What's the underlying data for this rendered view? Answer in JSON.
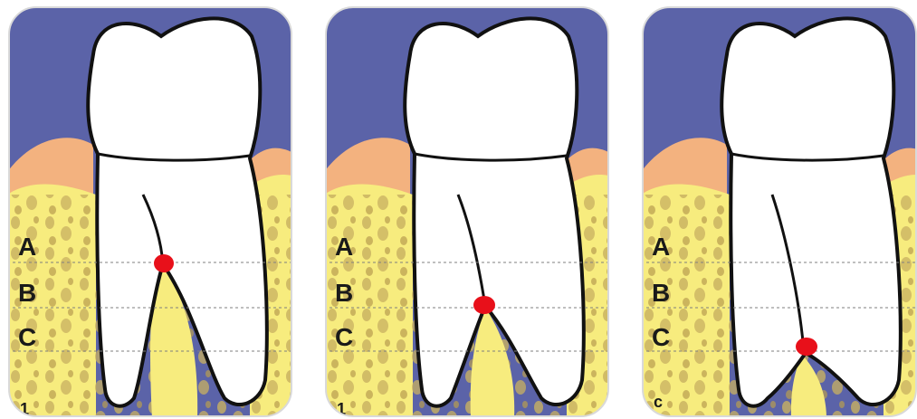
{
  "panels": [
    {
      "id": "degree-1",
      "labels": [
        "A",
        "B",
        "C"
      ],
      "bottom_label": "1",
      "marker_level": "A"
    },
    {
      "id": "degree-2",
      "labels": [
        "A",
        "B",
        "C"
      ],
      "bottom_label": "1",
      "marker_level": "B"
    },
    {
      "id": "degree-3",
      "labels": [
        "A",
        "B",
        "C"
      ],
      "bottom_label": "c",
      "marker_level": "C"
    }
  ],
  "colors": {
    "background": "#5b63a8",
    "gum": "#f3b27f",
    "bone": "#f7ec7e",
    "bone_pore": "#c8b060",
    "tooth": "#ffffff",
    "tooth_outline": "#111111",
    "marker": "#e8101a",
    "exposed_furcation": "#cfe3e6",
    "guide_line": "#7f7f7f"
  }
}
